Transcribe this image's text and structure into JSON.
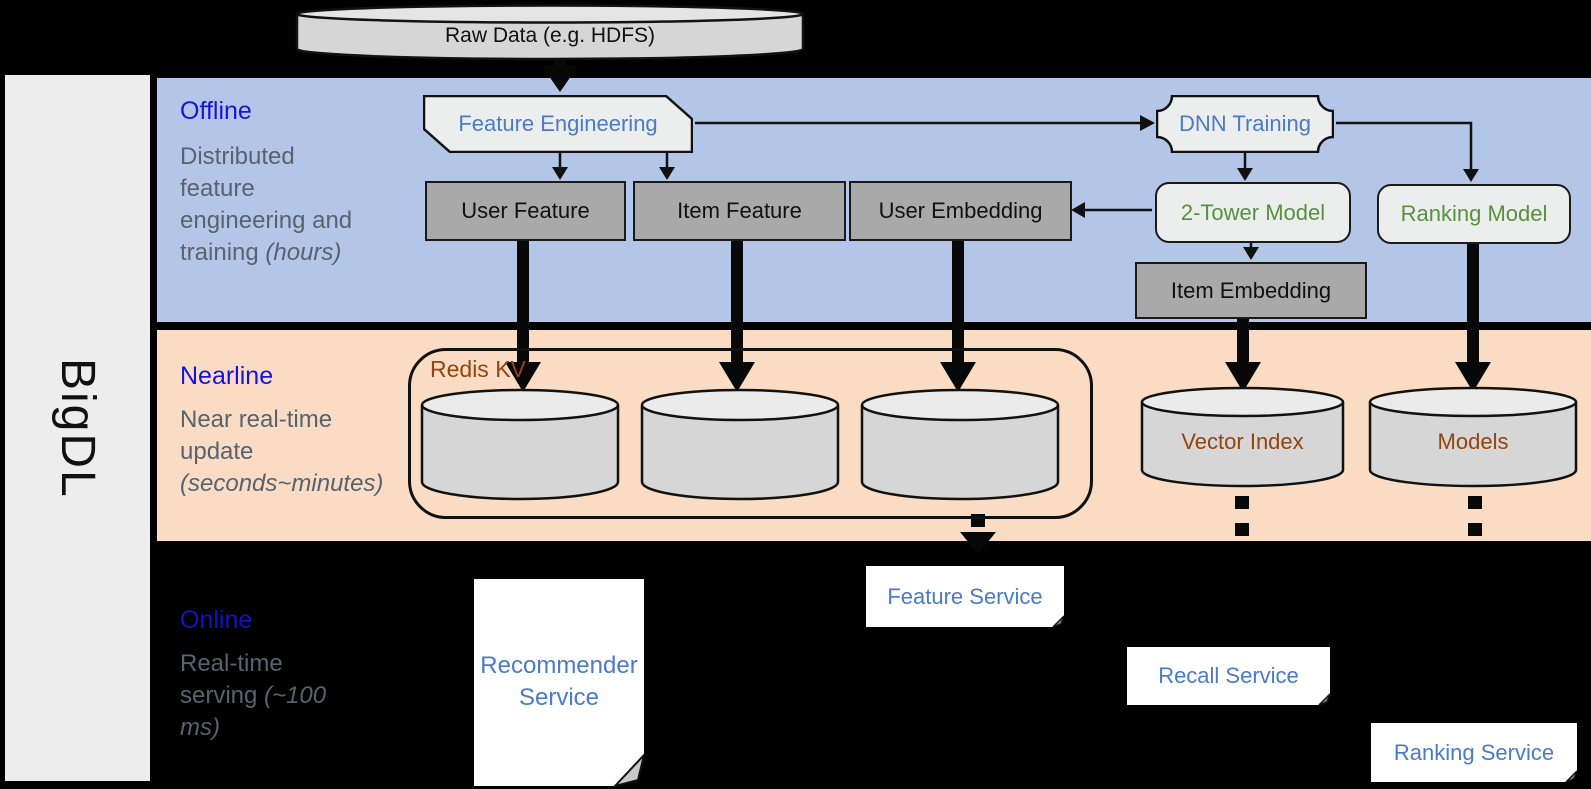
{
  "sidebar": {
    "label": "BigDL"
  },
  "source": {
    "label": "Raw Data (e.g. HDFS)"
  },
  "sections": {
    "offline": {
      "title": "Offline",
      "desc": "Distributed feature engineering and training",
      "desc_italic": "(hours)"
    },
    "nearline": {
      "title": "Nearline",
      "desc": "Near real-time update",
      "desc_italic": "(seconds~minutes)"
    },
    "online": {
      "title": "Online",
      "desc": "Real-time serving",
      "desc_italic": "(~100 ms)"
    }
  },
  "nodes": {
    "feature_engineering": "Feature Engineering",
    "dnn_training": "DNN Training",
    "user_feature": "User Feature",
    "item_feature": "Item Feature",
    "user_embedding": "User Embedding",
    "two_tower_model": "2-Tower Model",
    "ranking_model": "Ranking Model",
    "item_embedding": "Item Embedding",
    "redis_kv": "Redis KV",
    "vector_index": "Vector Index",
    "models": "Models",
    "recommender_service": "Recommender Service",
    "feature_service": "Feature Service",
    "recall_service": "Recall Service",
    "ranking_service": "Ranking Service"
  },
  "colors": {
    "background": "#000000",
    "offline_band": "#b3c6e7",
    "nearline_band": "#f9dcc3",
    "section_title_blue": "#1414dd",
    "section_desc_gray": "#59626f",
    "node_label_blue": "#4b7ac6",
    "node_label_green": "#57913c",
    "node_label_brown": "#96430e",
    "gray_box_fill": "#a9a9a9",
    "light_shape_fill": "#eceeee",
    "cylinder_body": "#d6d6d6",
    "cylinder_top": "#ebebeb",
    "sidebar_fill": "#ededed"
  }
}
